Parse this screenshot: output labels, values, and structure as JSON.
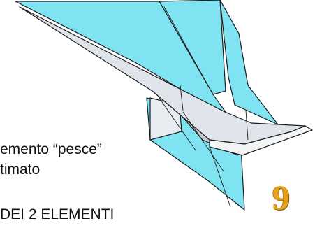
{
  "captions": {
    "line1": "emento “pesce”",
    "line2": "timato",
    "line3": "DEI 2 ELEMENTI"
  },
  "step_number": "9",
  "colors": {
    "cyan_paper": "#7fe3f2",
    "white_paper": "#dfe4ea",
    "outline": "#1a1a1a",
    "step_number": "#e6a21f"
  }
}
